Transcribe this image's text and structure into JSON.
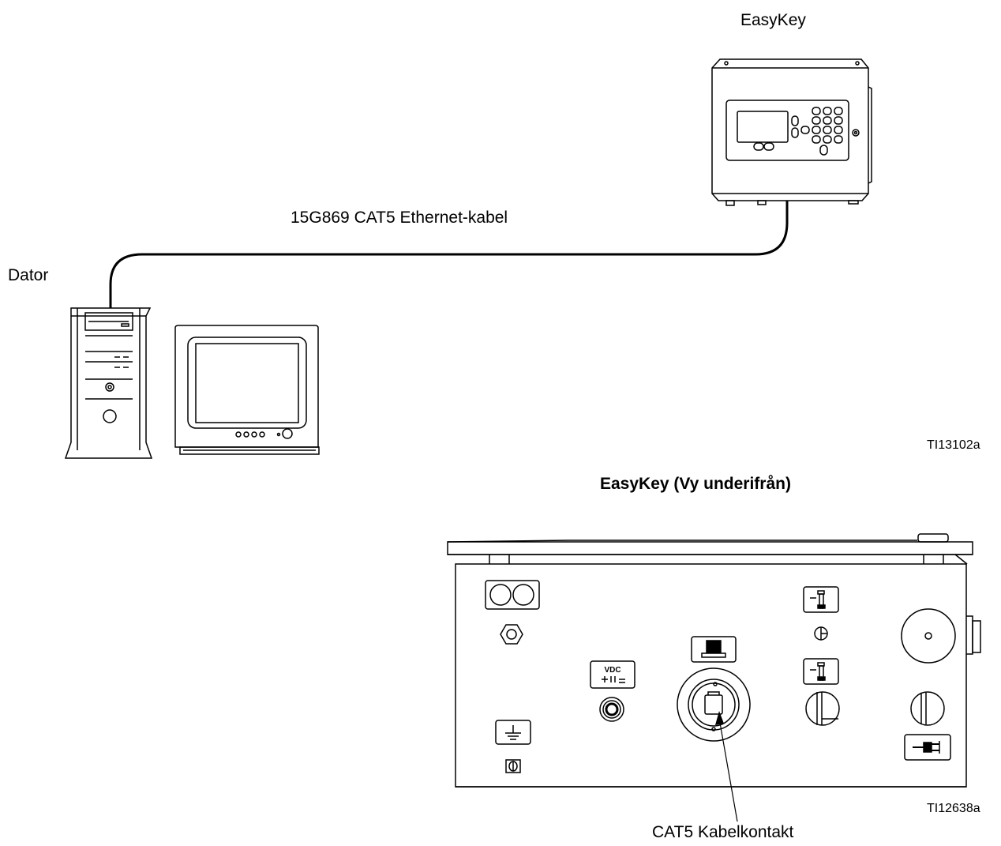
{
  "top_figure": {
    "easykey_label": "EasyKey",
    "cable_label": "15G869 CAT5 Ethernet-kabel",
    "computer_label": "Dator",
    "figure_id": "TI13102a"
  },
  "bottom_figure": {
    "title": "EasyKey (Vy underifrån)",
    "callout_label": "CAT5 Kabelkontakt",
    "figure_id": "TI12638a",
    "vdc_label": "VDC"
  }
}
